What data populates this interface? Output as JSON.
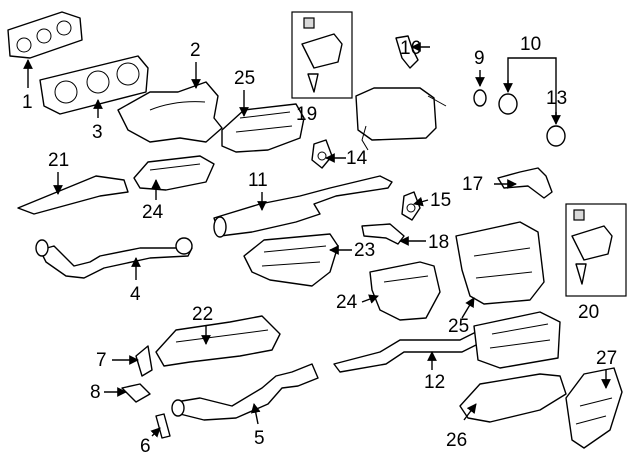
{
  "callouts": {
    "c1": "1",
    "c2": "2",
    "c3": "3",
    "c4": "4",
    "c5": "5",
    "c6": "6",
    "c7": "7",
    "c8": "8",
    "c9": "9",
    "c10": "10",
    "c11": "11",
    "c12": "12",
    "c13": "13",
    "c14": "14",
    "c15": "15",
    "c16": "16",
    "c17": "17",
    "c18": "18",
    "c19": "19",
    "c20": "20",
    "c21": "21",
    "c22": "22",
    "c23": "23",
    "c24a": "24",
    "c24b": "24",
    "c25a": "25",
    "c25b": "25",
    "c26": "26",
    "c27": "27"
  }
}
